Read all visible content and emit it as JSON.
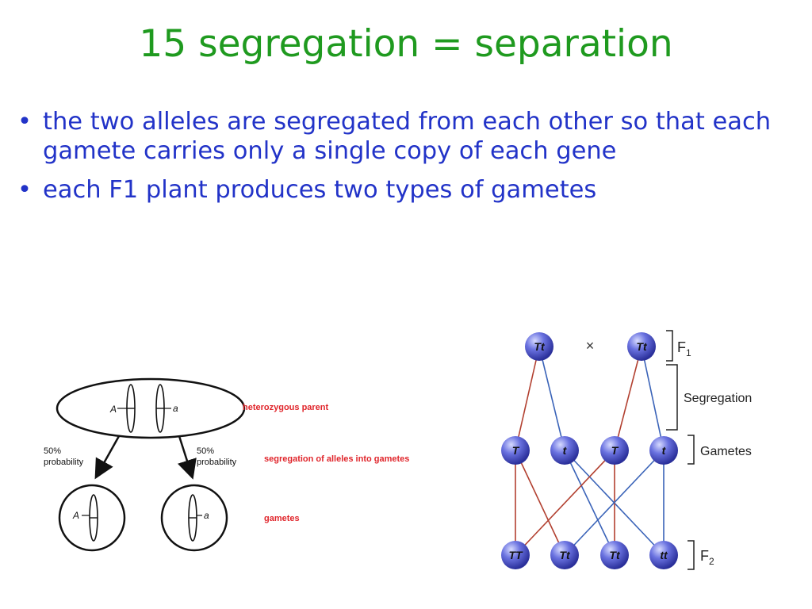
{
  "slide": {
    "title": "15  segregation = separation",
    "bullets": [
      {
        "text": "the two alleles are segregated from each other so that each gamete carries only a single copy of each gene"
      },
      {
        "text": "each F1 plant produces two types of gametes"
      }
    ]
  },
  "meiosis_diagram": {
    "allele_dominant": "A",
    "allele_recessive": "a",
    "parent_label": "heterozygous parent",
    "left_probability_pct": "50%",
    "left_probability_word": "probability",
    "right_probability_pct": "50%",
    "right_probability_word": "probability",
    "segregation_label": "segregation of alleles into gametes",
    "gametes_label": "gametes",
    "label_color": "#e0252b"
  },
  "cross_diagram": {
    "cross_symbol": "×",
    "f1_parents": [
      "Tt",
      "Tt"
    ],
    "gametes": [
      "T",
      "t",
      "T",
      "t"
    ],
    "f2": [
      "TT",
      "Tt",
      "Tt",
      "tt"
    ],
    "labels": {
      "f1_letter": "F",
      "f1_sub": "1",
      "segregation": "Segregation",
      "gametes": "Gametes",
      "f2_letter": "F",
      "f2_sub": "2"
    },
    "node_color": "#3b43c8",
    "line_red": "#b24030",
    "line_blue": "#3a63b8"
  }
}
